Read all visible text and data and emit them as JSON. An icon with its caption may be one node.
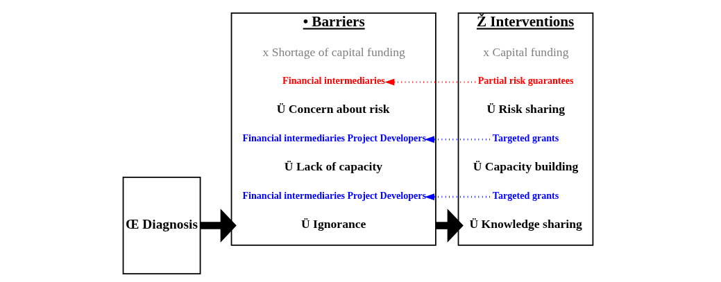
{
  "diagram": {
    "nodes": [
      {
        "text": [
          "Œ Diagnosis"
        ]
      },
      {
        "text": [
          "• Barriers"
        ]
      },
      {
        "text": [
          "Ü Ignorance"
        ],
        "in": 1
      },
      {
        "text": [
          "Financial intermediaries Project Developers"
        ],
        "in": 1
      },
      {
        "text": [
          "Ü Lack of capacity"
        ],
        "in": 1
      },
      {
        "text": [
          "Financial intermediaries Project Developers"
        ],
        "in": 1
      },
      {
        "text": [
          "Ü Concern about risk"
        ],
        "in": 1
      },
      {
        "text": [
          "Financial intermediaries"
        ],
        "in": 1
      },
      {
        "text": [
          "x Shortage of capital funding"
        ],
        "in": 1
      },
      {
        "text": [
          "Ž Interventions"
        ]
      },
      {
        "text": [
          "Ü Knowledge sharing"
        ],
        "in": 9
      },
      {
        "text": [
          "Targeted grants"
        ],
        "in": 9
      },
      {
        "text": [
          "Ü Capacity building"
        ],
        "in": 9
      },
      {
        "text": [
          "Targeted grants"
        ],
        "in": 9
      },
      {
        "text": [
          "Ü Risk sharing"
        ],
        "in": 9
      },
      {
        "text": [
          "Partial risk guarantees"
        ],
        "in": 9
      },
      {
        "text": [
          "x Capital funding"
        ],
        "in": 9
      }
    ],
    "edges": [
      {
        "from": 0,
        "to": 1,
        "arrow": "to",
        "style": "thick"
      },
      {
        "from": 1,
        "to": 9,
        "arrow": "to",
        "style": "thick"
      },
      {
        "from": 11,
        "to": 3,
        "arrow": "to",
        "style": "dashed",
        "color": "#0000ff"
      },
      {
        "from": 13,
        "to": 5,
        "arrow": "to",
        "style": "dashed",
        "color": "#0000ff"
      },
      {
        "from": 15,
        "to": 7,
        "arrow": "to",
        "style": "dashed",
        "color": "#ff0000"
      }
    ]
  }
}
